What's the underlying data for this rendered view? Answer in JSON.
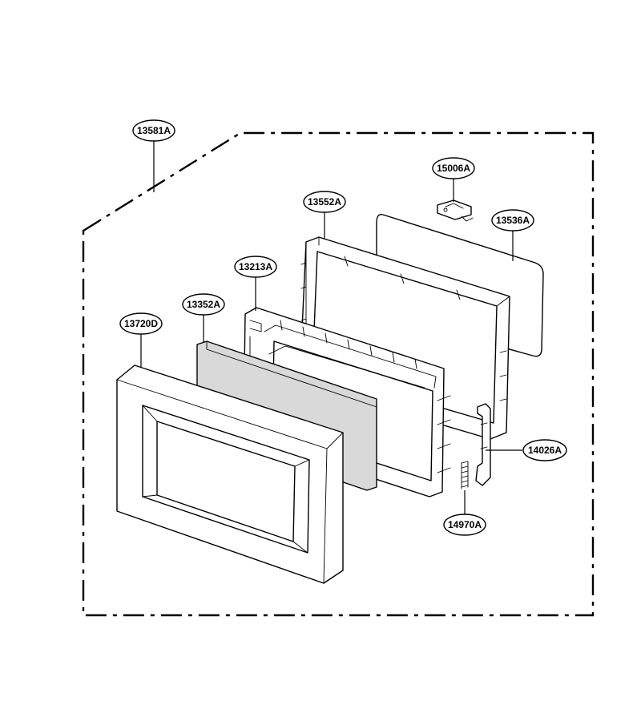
{
  "diagram": {
    "labels": {
      "assembly": "13581A",
      "bracket": "15006A",
      "inner_frame": "13552A",
      "choke_cover": "13536A",
      "door_frame": "13213A",
      "screen": "13352A",
      "door_front": "13720D",
      "hinge_lever": "14026A",
      "spring": "14970A"
    }
  }
}
